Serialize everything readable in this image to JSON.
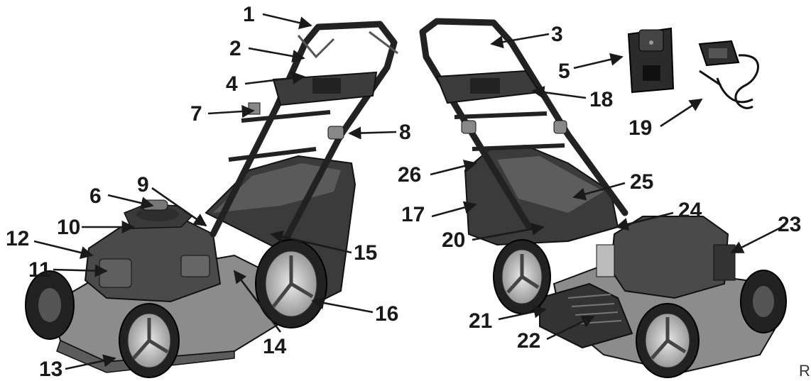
{
  "diagram": {
    "callouts": [
      {
        "id": "c1",
        "label": "1"
      },
      {
        "id": "c2",
        "label": "2"
      },
      {
        "id": "c3",
        "label": "3"
      },
      {
        "id": "c4",
        "label": "4"
      },
      {
        "id": "c5",
        "label": "5"
      },
      {
        "id": "c6",
        "label": "6"
      },
      {
        "id": "c7",
        "label": "7"
      },
      {
        "id": "c8",
        "label": "8"
      },
      {
        "id": "c9",
        "label": "9"
      },
      {
        "id": "c10",
        "label": "10"
      },
      {
        "id": "c11",
        "label": "11"
      },
      {
        "id": "c12",
        "label": "12"
      },
      {
        "id": "c13",
        "label": "13"
      },
      {
        "id": "c14",
        "label": "14"
      },
      {
        "id": "c15",
        "label": "15"
      },
      {
        "id": "c16",
        "label": "16"
      },
      {
        "id": "c17",
        "label": "17"
      },
      {
        "id": "c18",
        "label": "18"
      },
      {
        "id": "c19",
        "label": "19"
      },
      {
        "id": "c20",
        "label": "20"
      },
      {
        "id": "c21",
        "label": "21"
      },
      {
        "id": "c22",
        "label": "22"
      },
      {
        "id": "c23",
        "label": "23"
      },
      {
        "id": "c24",
        "label": "24"
      },
      {
        "id": "c25",
        "label": "25"
      },
      {
        "id": "c26",
        "label": "26"
      }
    ],
    "corner_mark": "R"
  }
}
